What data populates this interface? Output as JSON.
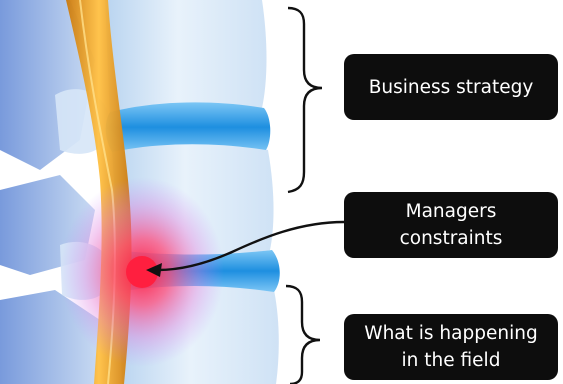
{
  "labels": {
    "top": "Business strategy",
    "middle_line1": "Managers",
    "middle_line2": "constraints",
    "bottom_line1": "What is happening",
    "bottom_line2": "in the field"
  },
  "colors": {
    "box_fill": "#0d0d0d",
    "box_text": "#ffffff",
    "disc_blue": "#2f9be8",
    "nerve_orange": "#f0a21e",
    "pain_red": "#ff2a4a"
  }
}
